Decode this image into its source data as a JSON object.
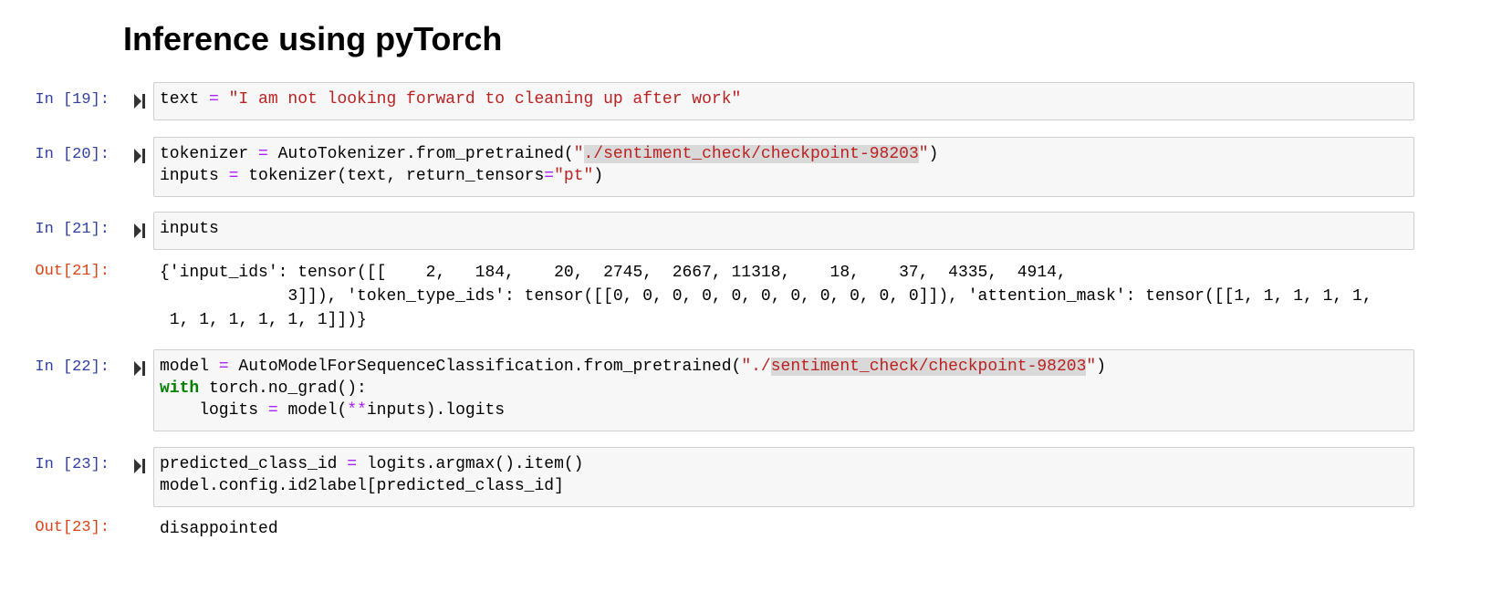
{
  "title": "Inference using pyTorch",
  "cells": [
    {
      "prompt": "In [19]:",
      "lines": [
        [
          [
            "text",
            ""
          ],
          [
            " = ",
            "op"
          ],
          [
            "\"I am not looking forward to cleaning up after work\"",
            "str"
          ]
        ]
      ]
    },
    {
      "prompt": "In [20]:",
      "lines": [
        [
          [
            "tokenizer",
            ""
          ],
          [
            " = ",
            "op"
          ],
          [
            "AutoTokenizer.from_pretrained(",
            ""
          ],
          [
            "\"",
            "str"
          ],
          [
            "./sentiment_check/checkpoint-98203",
            "strhl"
          ],
          [
            "\"",
            "str"
          ],
          [
            ")",
            ""
          ]
        ],
        [
          [
            "inputs",
            ""
          ],
          [
            " = ",
            "op"
          ],
          [
            "tokenizer(text, return_tensors",
            ""
          ],
          [
            "=",
            "op"
          ],
          [
            "\"pt\"",
            "str"
          ],
          [
            ")",
            ""
          ]
        ]
      ],
      "out_prompt": null
    },
    {
      "prompt": "In [21]:",
      "lines": [
        [
          [
            "inputs",
            ""
          ]
        ]
      ],
      "out_prompt": "Out[21]:",
      "output": "{'input_ids': tensor([[    2,   184,    20,  2745,  2667, 11318,    18,    37,  4335,  4914,\n             3]]), 'token_type_ids': tensor([[0, 0, 0, 0, 0, 0, 0, 0, 0, 0, 0]]), 'attention_mask': tensor([[1, 1, 1, 1, 1,\n 1, 1, 1, 1, 1, 1]])}"
    },
    {
      "prompt": "In [22]:",
      "lines": [
        [
          [
            "model",
            ""
          ],
          [
            " = ",
            "op"
          ],
          [
            "AutoModelForSequenceClassification.from_pretrained(",
            ""
          ],
          [
            "\"./",
            "str"
          ],
          [
            "sentiment_check/checkpoint-98203",
            "strhl"
          ],
          [
            "\"",
            "str"
          ],
          [
            ")",
            ""
          ]
        ],
        [
          [
            "with",
            "kw"
          ],
          [
            " torch.no_grad():",
            ""
          ]
        ],
        [
          [
            "    logits ",
            ""
          ],
          [
            "=",
            "op"
          ],
          [
            " model(",
            ""
          ],
          [
            "**",
            "op"
          ],
          [
            "inputs).logits",
            ""
          ]
        ]
      ]
    },
    {
      "prompt": "In [23]:",
      "lines": [
        [
          [
            "predicted_class_id ",
            ""
          ],
          [
            "=",
            "op"
          ],
          [
            " logits.argmax().item()",
            ""
          ]
        ],
        [
          [
            "model.config.id2label[predicted_class_id]",
            ""
          ]
        ]
      ],
      "out_prompt": "Out[23]:",
      "output": "disappointed"
    }
  ]
}
